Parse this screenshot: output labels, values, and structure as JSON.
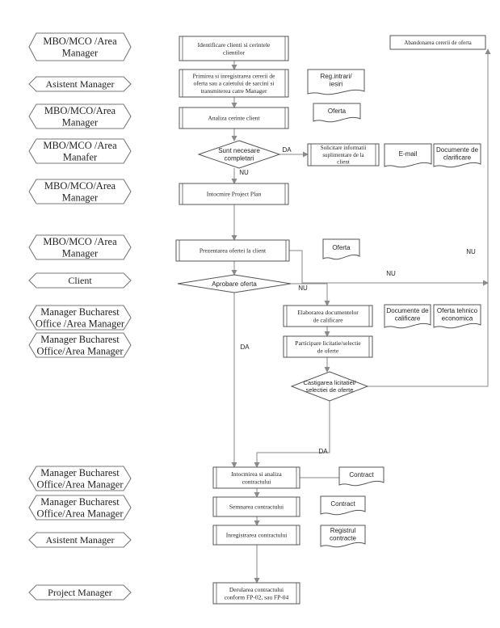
{
  "roles": [
    {
      "lines": [
        "MBO/MCO /Area",
        "Manager"
      ]
    },
    {
      "lines": [
        "Asistent Manager"
      ]
    },
    {
      "lines": [
        "MBO/MCO/Area",
        "Manager"
      ]
    },
    {
      "lines": [
        "MBO/MCO /Area",
        "Manafer"
      ]
    },
    {
      "lines": [
        "MBO/MCO/Area",
        "Manager"
      ]
    },
    {
      "lines": [
        "MBO/MCO /Area",
        "Manager"
      ]
    },
    {
      "lines": [
        "Client"
      ]
    },
    {
      "lines": [
        "Manager Bucharest",
        "Office /Area Manager"
      ]
    },
    {
      "lines": [
        "Manager Bucharest",
        "Office/Area Manager"
      ]
    },
    {
      "lines": [
        "Manager Bucharest",
        "Office/Area Manager"
      ]
    },
    {
      "lines": [
        "Manager Bucharest",
        "Office/Area Manager"
      ]
    },
    {
      "lines": [
        "Asistent Manager"
      ]
    },
    {
      "lines": [
        "Project Manager"
      ]
    }
  ],
  "processes": [
    {
      "id": "p1",
      "lines": [
        "Identificare clienti si cerintele",
        "clientilor"
      ]
    },
    {
      "id": "p2",
      "lines": [
        "Primirea si inregistrarea cererii de",
        "oferta sau a caietului de sarcini si",
        "transmiterea catre Manager"
      ]
    },
    {
      "id": "p3",
      "lines": [
        "Analiza cerinte client"
      ]
    },
    {
      "id": "p4",
      "lines": [
        "Solicitare informatii",
        "suplimentare de la",
        "client"
      ]
    },
    {
      "id": "p5",
      "lines": [
        "Intocmire Project Plan"
      ]
    },
    {
      "id": "p6",
      "lines": [
        "Prezentarea ofertei la client"
      ]
    },
    {
      "id": "p7",
      "lines": [
        "Elaborarea documentelor",
        "de calificare"
      ]
    },
    {
      "id": "p8",
      "lines": [
        "Participare licitatie/selectie",
        "de oferte"
      ]
    },
    {
      "id": "p9",
      "lines": [
        "Intocmirea si analiza",
        "contractului"
      ]
    },
    {
      "id": "p10",
      "lines": [
        "Semnarea contractului"
      ]
    },
    {
      "id": "p11",
      "lines": [
        "Inregistrarea contractului"
      ]
    },
    {
      "id": "p12",
      "lines": [
        "Derularea contractului",
        "conform FP-02, sau FP-04"
      ]
    },
    {
      "id": "p13",
      "lines": [
        "Abandonarea cererii de oferta"
      ]
    }
  ],
  "decisions": [
    {
      "id": "d1",
      "lines": [
        "Sunt necesare",
        "completari"
      ]
    },
    {
      "id": "d2",
      "lines": [
        "Aprobare oferta"
      ]
    },
    {
      "id": "d3",
      "lines": [
        "Castigarea licitatiei/",
        "selectiei de oferte"
      ]
    }
  ],
  "documents": [
    {
      "id": "doc1",
      "lines": [
        "Reg.intrari/",
        "iesiri"
      ]
    },
    {
      "id": "doc2",
      "lines": [
        "Oferta"
      ]
    },
    {
      "id": "doc3",
      "lines": [
        "E-mail"
      ]
    },
    {
      "id": "doc4",
      "lines": [
        "Documente de",
        "clarificare"
      ]
    },
    {
      "id": "doc5",
      "lines": [
        "Oferta"
      ]
    },
    {
      "id": "doc6",
      "lines": [
        "Documente de",
        "calificare"
      ]
    },
    {
      "id": "doc7",
      "lines": [
        "Oferta tehnico",
        "economica"
      ]
    },
    {
      "id": "doc8",
      "lines": [
        "Contract"
      ]
    },
    {
      "id": "doc9",
      "lines": [
        "Contract"
      ]
    },
    {
      "id": "doc10",
      "lines": [
        "Registrul",
        "contracte"
      ]
    }
  ],
  "labels": {
    "da_1": "DA",
    "nu_1": "NU",
    "nu_right": "NU",
    "nu_2": "NU",
    "nu_3": "NU",
    "da_2": "DA",
    "da_3": "DA"
  }
}
